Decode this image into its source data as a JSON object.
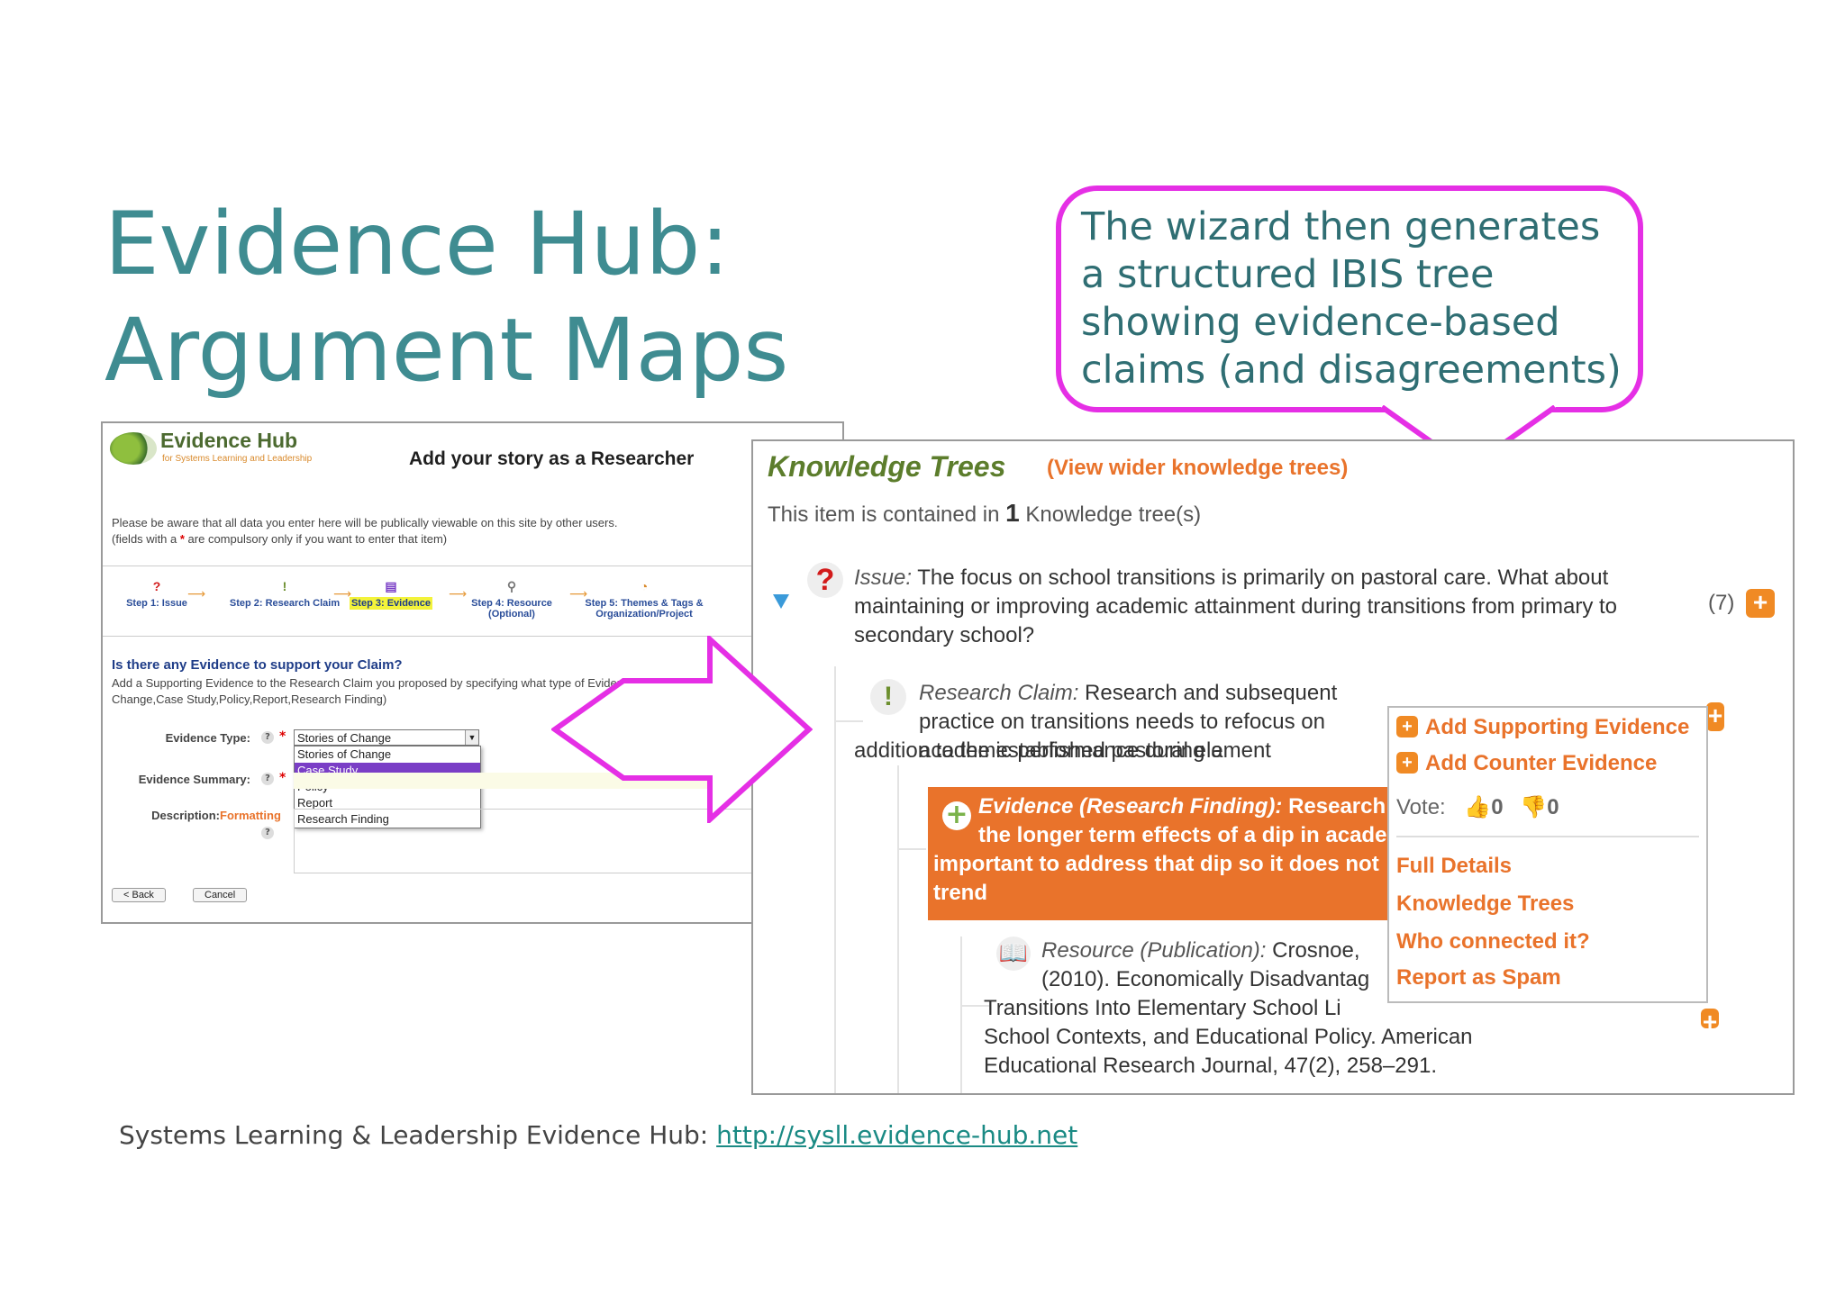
{
  "slide": {
    "title_line1": "Evidence Hub:",
    "title_line2": "Argument Maps",
    "callout": "The wizard then generates a structured IBIS tree showing evidence-based claims (and disagreements)",
    "footer_prefix": "Systems Learning & Leadership Evidence Hub: ",
    "footer_link": "http://sysll.evidence-hub.net"
  },
  "colors": {
    "title": "#3f8c91",
    "callout_border": "#e52fe5",
    "accent_orange": "#e9732b",
    "green": "#5c7d2c"
  },
  "wizard": {
    "logo_title": "Evidence Hub",
    "logo_subtitle": "for Systems Learning and Leadership",
    "heading": "Add your story as a Researcher",
    "note_line1": "Please be aware that all data you enter here will be publically viewable on this site by other users.",
    "note_line2_pre": "(fields with a ",
    "note_req": "*",
    "note_line2_post": " are compulsory only if you want to enter that item)",
    "steps": [
      {
        "label": "Step 1: Issue",
        "icon": "question-icon"
      },
      {
        "label": "Step 2: Research Claim",
        "icon": "exclamation-icon"
      },
      {
        "label": "Step 3: Evidence",
        "icon": "evidence-icon"
      },
      {
        "label": "Step 4: Resource (Optional)",
        "icon": "link-icon"
      },
      {
        "label": "Step 5: Themes & Tags & Organization/Project",
        "icon": "tags-icon"
      }
    ],
    "question_title": "Is there any Evidence to support your Claim?",
    "question_desc_line1": "Add a Supporting Evidence to the Research Claim you proposed by specifying what type of Evidence",
    "question_desc_line2": "Change,Case Study,Policy,Report,Research Finding)",
    "evidence_type_label": "Evidence Type:",
    "evidence_type_value": "Stories of Change",
    "evidence_type_options": [
      "Stories of Change",
      "Case Study",
      "Policy",
      "Report",
      "Research Finding"
    ],
    "evidence_type_selected_index": 1,
    "evidence_summary_label": "Evidence Summary:",
    "description_label": "Description:",
    "formatting_link": "Formatting",
    "back_button": "< Back",
    "cancel_button": "Cancel"
  },
  "tree": {
    "title": "Knowledge Trees",
    "wider_link": "(View wider knowledge trees)",
    "count_prefix": "This item is contained in ",
    "count_value": "1",
    "count_suffix": " Knowledge tree(s)",
    "issue_prefix": "Issue:",
    "issue_text": " The focus on school transitions is primarily on pastoral care. What about maintaining or improving academic attainment during transitions from primary to secondary school?",
    "issue_count": "(7)",
    "claim_prefix": "Research Claim:",
    "claim_text": " Research and subsequent practice on transitions needs to refocus on academic performance during a",
    "claim_line3": "addition to the established pastoral element",
    "evidence_prefix": "Evidence (Research Finding):",
    "evidence_line1_rest": " Research",
    "evidence_line2": "the longer term effects of a dip in acade",
    "evidence_line3": "important to address that dip so it does not",
    "evidence_line4": "trend",
    "resource_prefix": "Resource (Publication):",
    "resource_line1_rest": " Crosnoe,",
    "resource_line2": "(2010). Economically Disadvantag",
    "resource_line3": "Transitions Into Elementary School Li",
    "resource_line4": "School Contexts, and Educational Policy. American",
    "resource_line5": "Educational Research Journal, 47(2), 258–291.",
    "popup": {
      "add_supporting": "Add Supporting Evidence",
      "add_counter": "Add Counter Evidence",
      "vote_label": "Vote:",
      "vote_up": "0",
      "vote_down": "0",
      "full_details": "Full Details",
      "knowledge_trees": "Knowledge Trees",
      "who_connected": "Who connected it?",
      "report_spam": "Report as Spam"
    }
  }
}
